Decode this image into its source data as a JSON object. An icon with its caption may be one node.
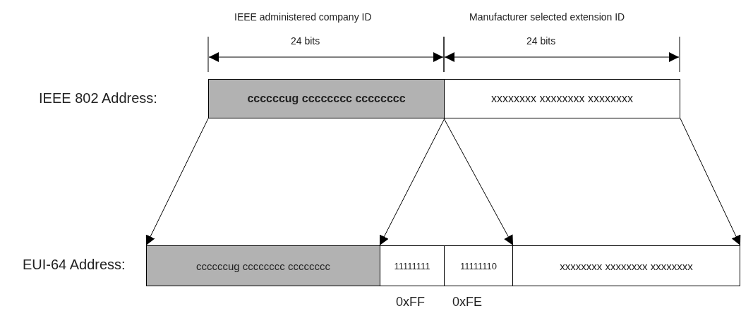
{
  "diagram": {
    "nodes": [
      {
        "text": [
          "ccccccug cccccccc cccccccc"
        ]
      },
      {
        "text": [
          "xxxxxxxx xxxxxxxx xxxxxxxx"
        ]
      },
      {
        "text": [
          "ccccccug cccccccc cccccccc"
        ]
      },
      {
        "text": [
          "11111111"
        ],
        "beside": [
          "0xFF"
        ]
      },
      {
        "text": [
          "11111110"
        ],
        "beside": [
          "0xFE"
        ]
      },
      {
        "text": [
          "xxxxxxxx xxxxxxxx xxxxxxxx"
        ]
      }
    ],
    "edges": [
      {
        "from": 0,
        "to": 2,
        "arrow": "to"
      },
      {
        "from": 0,
        "to": 3,
        "arrow": "to"
      },
      {
        "from": 1,
        "to": 4,
        "arrow": "to"
      },
      {
        "from": 1,
        "to": 5,
        "arrow": "to"
      }
    ],
    "labels": [
      "IEEE administered company ID",
      "Manufacturer selected extension ID",
      "24 bits",
      "24 bits",
      "IEEE 802 Address:",
      "EUI-64 Address:"
    ]
  }
}
